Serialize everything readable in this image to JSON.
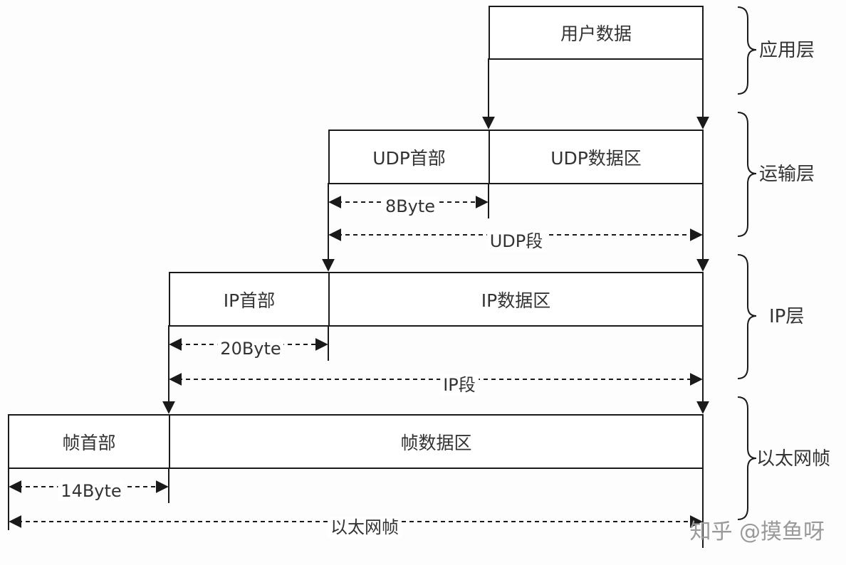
{
  "application_layer": {
    "user_data": "用户数据",
    "layer_name": "应用层"
  },
  "transport_layer": {
    "udp_header": "UDP首部",
    "udp_data": "UDP数据区",
    "header_size": "8Byte",
    "segment_label": "UDP段",
    "layer_name": "运输层"
  },
  "ip_layer": {
    "ip_header": "IP首部",
    "ip_data": "IP数据区",
    "header_size": "20Byte",
    "segment_label": "IP段",
    "layer_name": "IP层"
  },
  "ethernet_layer": {
    "frame_header": "帧首部",
    "frame_data": "帧数据区",
    "header_size": "14Byte",
    "frame_label": "以太网帧",
    "layer_name": "以太网帧"
  },
  "watermark": "知乎 @摸鱼呀",
  "colors": {
    "line": "#1a1a1a",
    "text": "#333333",
    "watermark": "#9a9a9a"
  }
}
